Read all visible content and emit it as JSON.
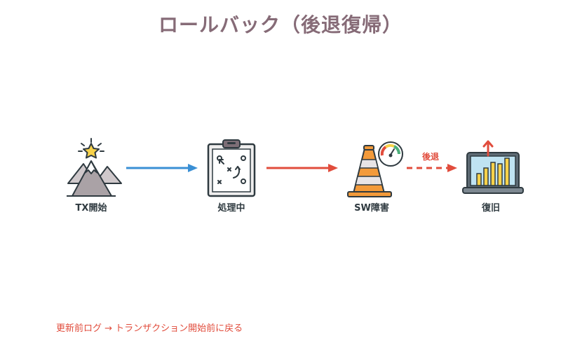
{
  "title": "ロールバック（後退復帰）",
  "nodes": [
    {
      "id": "tx-start",
      "label": "TX開始",
      "icon": "mountain-star-icon"
    },
    {
      "id": "processing",
      "label": "処理中",
      "icon": "clipboard-strategy-icon"
    },
    {
      "id": "sw-failure",
      "label": "SW障害",
      "icon": "traffic-cone-gauge-icon"
    },
    {
      "id": "recovery",
      "label": "復旧",
      "icon": "laptop-bar-chart-icon"
    }
  ],
  "edges": [
    {
      "from": "tx-start",
      "to": "processing",
      "style": "solid",
      "color": "#3a8fd4",
      "label": ""
    },
    {
      "from": "processing",
      "to": "sw-failure",
      "style": "solid",
      "color": "#e14c3c",
      "label": ""
    },
    {
      "from": "sw-failure",
      "to": "recovery",
      "style": "dashed",
      "color": "#e14c3c",
      "label": "後退"
    }
  ],
  "footer": "更新前ログ → トランザクション開始前に戻る",
  "colors": {
    "title": "#866b77",
    "blue_arrow": "#3a8fd4",
    "red_arrow": "#e14c3c",
    "label": "#2f3a40"
  }
}
